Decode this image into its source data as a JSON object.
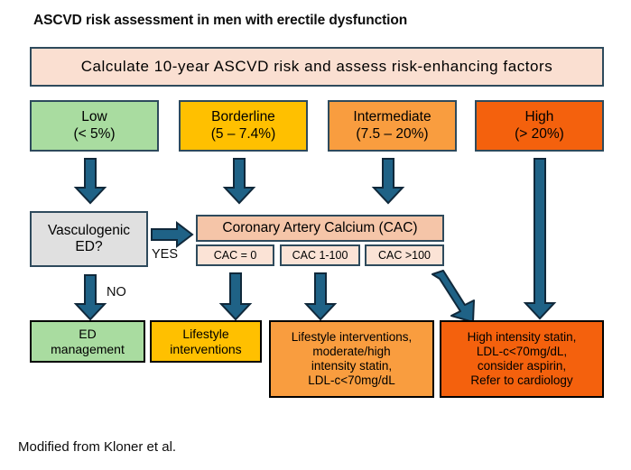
{
  "title": "ASCVD risk assessment in men with erectile dysfunction",
  "footnote": "Modified from Kloner et al.",
  "banner": {
    "label": "Calculate 10-year ASCVD risk and assess risk-enhancing factors",
    "fill": "#fadfd1",
    "border": "#2e4a5c"
  },
  "risk_tiers": [
    {
      "name": "Low",
      "range": "(< 5%)",
      "fill": "#a9dca0",
      "border": "#2e4a5c"
    },
    {
      "name": "Borderline",
      "range": "(5 – 7.4%)",
      "fill": "#ffc000",
      "border": "#2e4a5c"
    },
    {
      "name": "Intermediate",
      "range": "(7.5 – 20%)",
      "fill": "#f99d3f",
      "border": "#2e4a5c"
    },
    {
      "name": "High",
      "range": "(> 20%)",
      "fill": "#f4610d",
      "border": "#2e4a5c"
    }
  ],
  "decision": {
    "line1": "Vasculogenic",
    "line2": "ED?",
    "fill": "#e0e0e0",
    "border": "#2e4a5c",
    "yes_label": "YES",
    "no_label": "NO"
  },
  "cac": {
    "header": "Coronary Artery Calcium (CAC)",
    "header_fill": "#f5c5a8",
    "sub_fill": "#fbe3d6",
    "categories": [
      {
        "label": "CAC = 0"
      },
      {
        "label": "CAC  1-100"
      },
      {
        "label": "CAC >100"
      }
    ]
  },
  "outcomes": [
    {
      "id": "ed-management",
      "lines": [
        "ED",
        "management"
      ],
      "fill": "#a9dca0",
      "border": "#000000"
    },
    {
      "id": "lifestyle",
      "lines": [
        "Lifestyle",
        "interventions"
      ],
      "fill": "#ffc000",
      "border": "#000000"
    },
    {
      "id": "moderate-statin",
      "lines": [
        "Lifestyle interventions,",
        "moderate/high",
        "intensity statin,",
        "LDL-c<70mg/dL"
      ],
      "fill": "#f99d3f",
      "border": "#000000"
    },
    {
      "id": "high-statin",
      "lines": [
        "High intensity statin,",
        "LDL-c<70mg/dL,",
        "consider aspirin,",
        "Refer to cardiology"
      ],
      "fill": "#f4610d",
      "border": "#000000"
    }
  ],
  "arrow_style": {
    "fill": "#1f6286",
    "stroke": "#10283a"
  }
}
